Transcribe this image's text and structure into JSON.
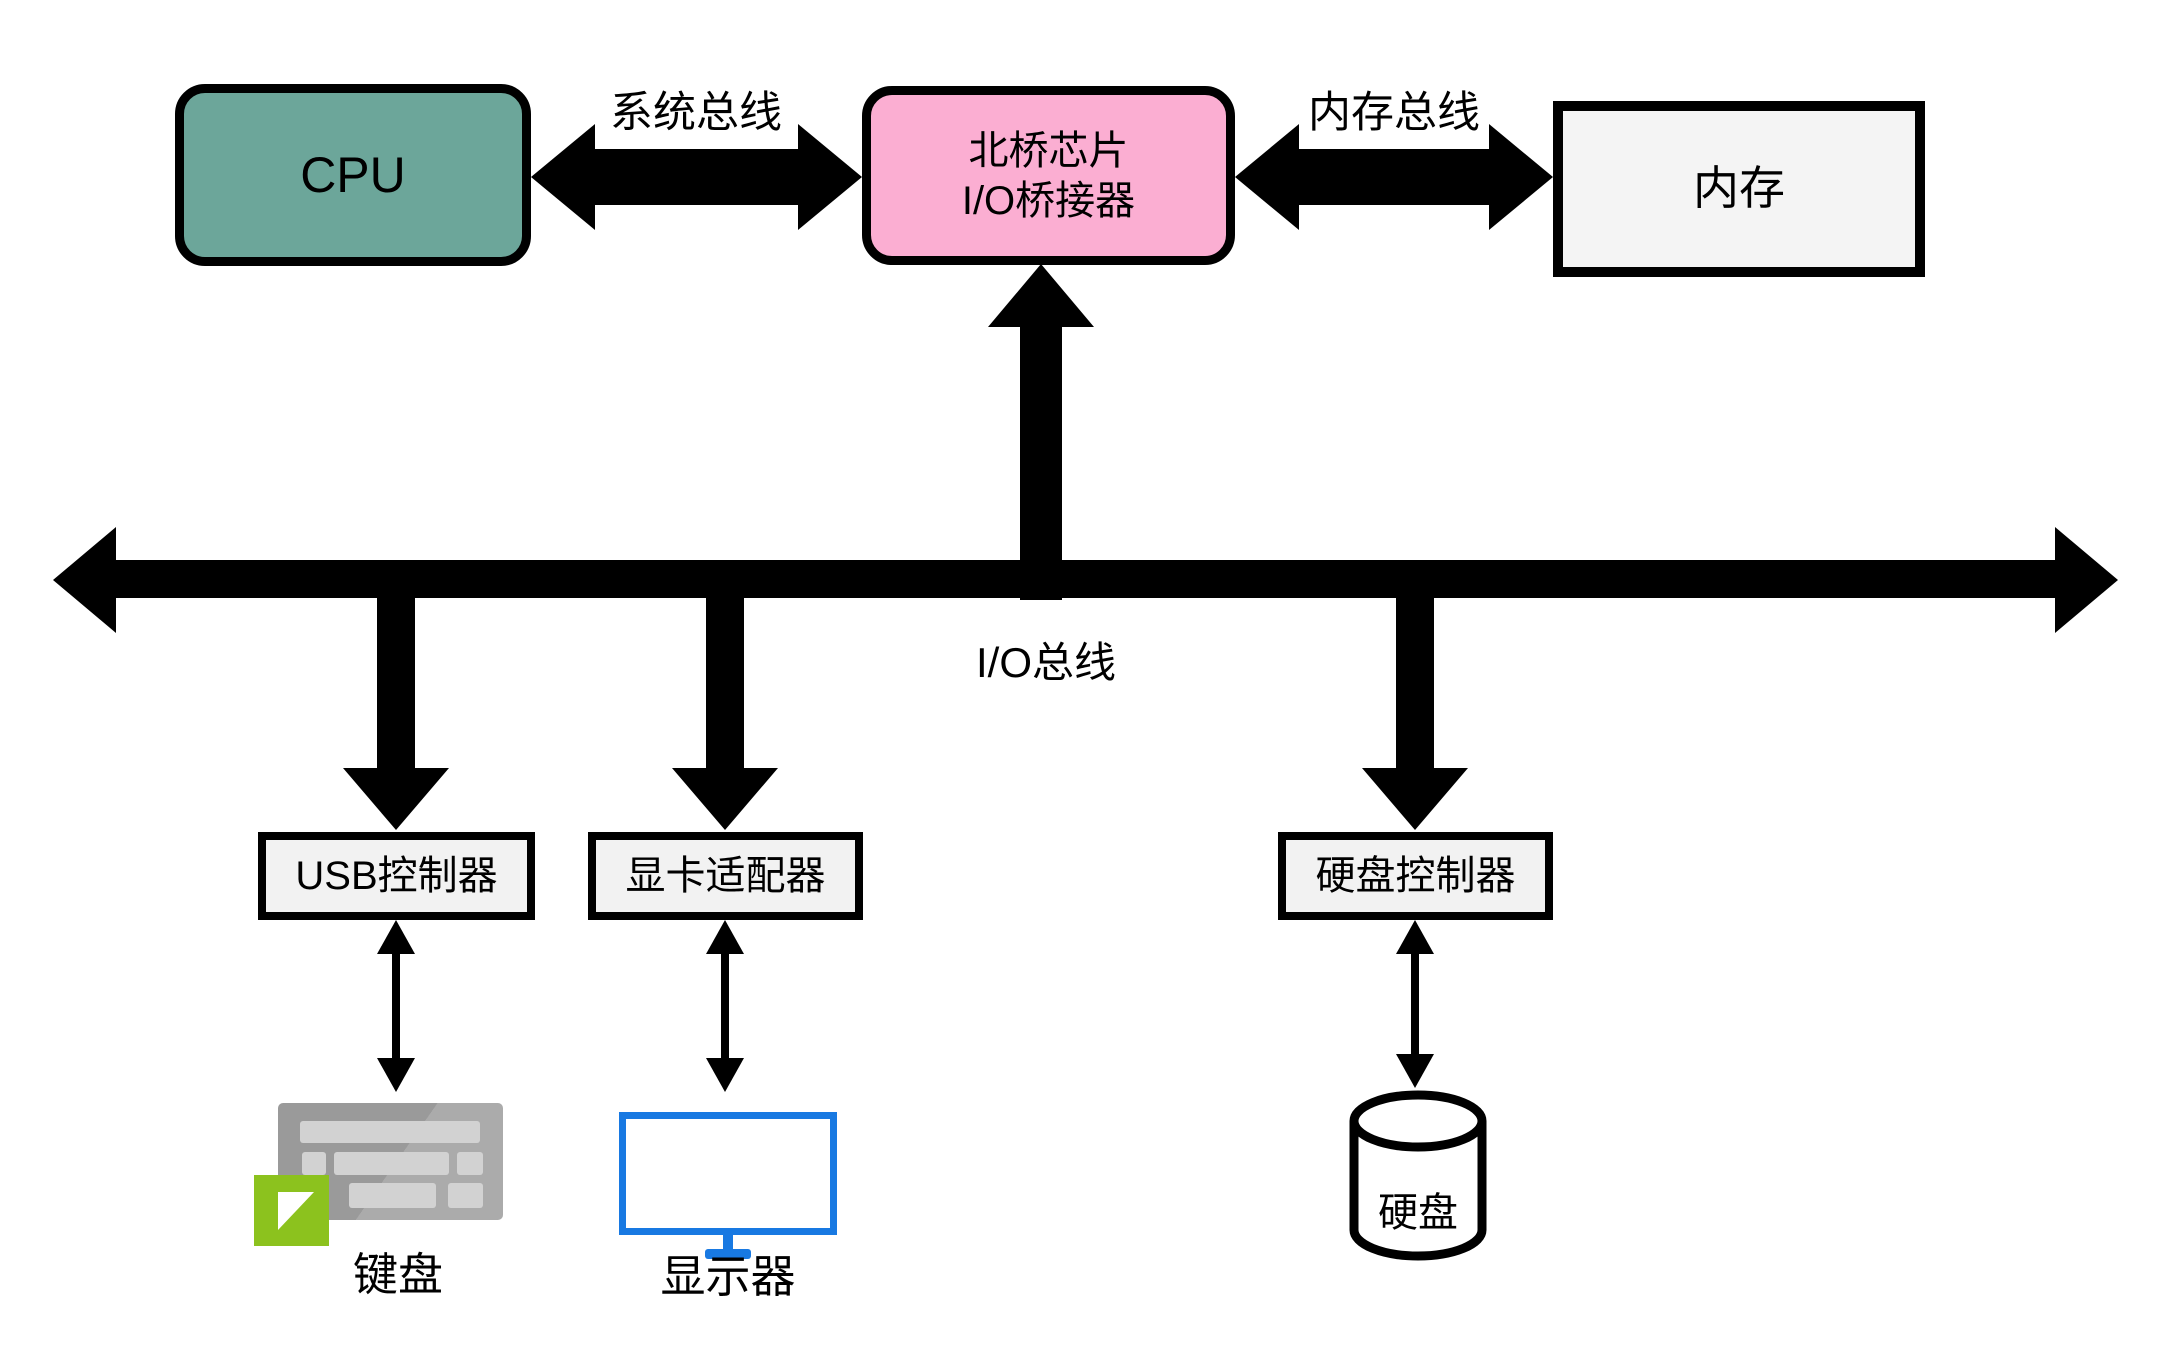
{
  "nodes": {
    "cpu": {
      "label": "CPU",
      "fill": "#6CA69A"
    },
    "northbridge": {
      "line1": "北桥芯片",
      "line2": "I/O桥接器",
      "fill": "#FBAED2"
    },
    "memory": {
      "label": "内存",
      "fill": "#F4F4F4"
    },
    "usb_controller": {
      "label": "USB控制器",
      "fill": "#F2F2F2"
    },
    "graphics_adapter": {
      "label": "显卡适配器",
      "fill": "#F2F2F2"
    },
    "disk_controller": {
      "label": "硬盘控制器",
      "fill": "#F2F2F2"
    }
  },
  "buses": {
    "system_bus": {
      "label": "系统总线"
    },
    "memory_bus": {
      "label": "内存总线"
    },
    "io_bus": {
      "label": "I/O总线"
    }
  },
  "devices": {
    "keyboard": {
      "label": "键盘",
      "icon": "keyboard-icon",
      "body_gray": "#9A9A9A",
      "key_gray": "#D2D2D2",
      "accent_green": "#8CC21E"
    },
    "monitor": {
      "label": "显示器",
      "icon": "monitor-icon",
      "blue": "#1879E2"
    },
    "hard_disk": {
      "label": "硬盘",
      "icon": "cylinder-icon"
    }
  },
  "colors": {
    "line": "#000000",
    "background": "#FFFFFF"
  }
}
